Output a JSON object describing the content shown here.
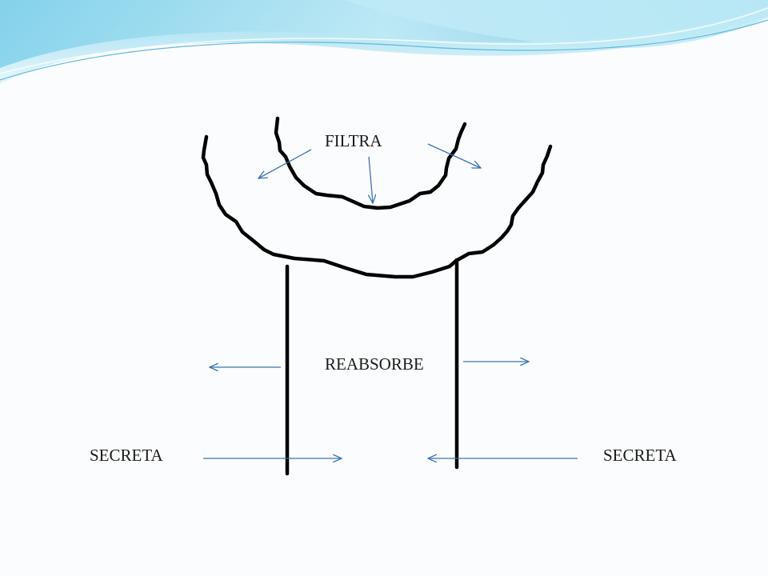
{
  "labels": {
    "filtra": "FILTRA",
    "reabsorbe": "REABSORBE",
    "secreta_left": "SECRETA",
    "secreta_right": "SECRETA"
  },
  "colors": {
    "background": "#fbfcfd",
    "wave_light": "#bfe9f3",
    "wave_mid": "#8fd3ea",
    "wave_dark": "#5fb8dc",
    "arrow": "#3a73b0",
    "outline": "#000000",
    "text": "#1a1a1a"
  }
}
